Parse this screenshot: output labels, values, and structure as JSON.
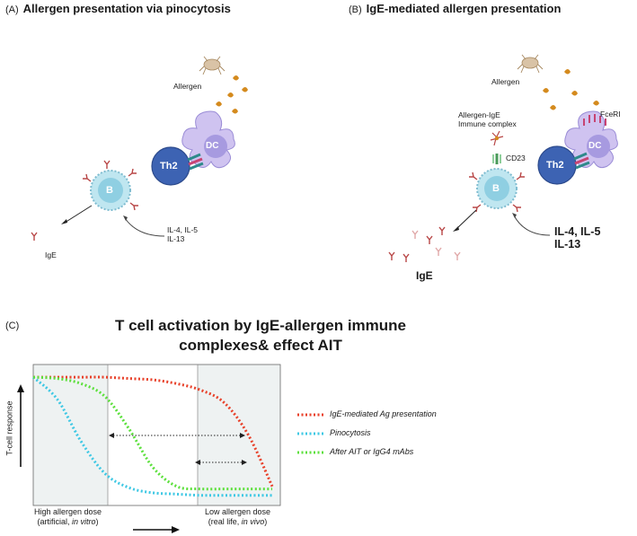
{
  "panel_a": {
    "letter": "(A)",
    "title": "Allergen presentation via pinocytosis",
    "allergen_label": "Allergen",
    "dc_label": "DC",
    "th2_label": "Th2",
    "b_label": "B",
    "cytokines": [
      "IL-4, IL-5",
      "IL-13"
    ],
    "ige_label": "IgE"
  },
  "panel_b": {
    "letter": "(B)",
    "title": "IgE-mediated allergen presentation",
    "allergen_label": "Allergen",
    "complex_label": [
      "Allergen-IgE",
      "Immune complex"
    ],
    "receptor_dc": "FceRI",
    "receptor_b": "CD23",
    "dc_label": "DC",
    "th2_label": "Th2",
    "b_label": "B",
    "cytokines": [
      "IL-4, IL-5",
      "IL-13"
    ],
    "ige_label": "IgE"
  },
  "panel_c": {
    "letter": "(C)",
    "title": "T cell activation by IgE-allergen immune complexes& effect AIT",
    "ylabel": "T-cell response",
    "x_left_line1": "High allergen dose",
    "x_left_pre": "(artificial, ",
    "x_left_em": "in vitro",
    "x_left_post": ")",
    "x_right_line1": "Low allergen dose",
    "x_right_pre": "(real life, ",
    "x_right_em": "in vivo",
    "x_right_post": ")"
  },
  "colors": {
    "ige_mediated": "#e8412a",
    "pinocytosis": "#3ec8e4",
    "after_ait": "#5ce03c",
    "dc": "#b8a8e6",
    "th2": "#3d63b3",
    "b_cell": "#9fd8e8"
  },
  "chart_data": {
    "type": "line",
    "title": "T cell activation by IgE-allergen immune complexes& effect AIT",
    "xlabel": "",
    "ylabel": "T-cell response",
    "x_annotations": [
      "High allergen dose (artificial, in vitro)",
      "Low allergen dose (real life, in vivo)"
    ],
    "legend_position": "right",
    "x": [
      0,
      0.1,
      0.2,
      0.3,
      0.4,
      0.5,
      0.6,
      0.7,
      0.8,
      0.9,
      1.0
    ],
    "series": [
      {
        "name": "IgE-mediated Ag presentation",
        "values": [
          0.95,
          0.95,
          0.95,
          0.95,
          0.94,
          0.93,
          0.9,
          0.85,
          0.75,
          0.5,
          0.1
        ],
        "color": "#e8412a"
      },
      {
        "name": "Pinocytosis",
        "values": [
          0.95,
          0.78,
          0.45,
          0.2,
          0.09,
          0.05,
          0.04,
          0.03,
          0.03,
          0.03,
          0.03
        ],
        "color": "#3ec8e4"
      },
      {
        "name": "After AIT or IgG4 mAbs",
        "values": [
          0.95,
          0.94,
          0.9,
          0.8,
          0.55,
          0.25,
          0.1,
          0.08,
          0.08,
          0.08,
          0.08
        ],
        "color": "#5ce03c"
      }
    ]
  }
}
